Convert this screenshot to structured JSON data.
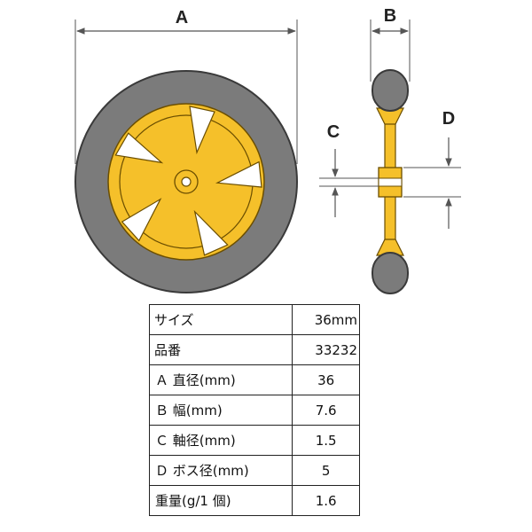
{
  "diagram": {
    "dimension_labels": {
      "A": "A",
      "B": "B",
      "C": "C",
      "D": "D"
    },
    "colors": {
      "tire": "#7b7b7b",
      "tire_outline": "#3a3a3a",
      "hub_yellow": "#f5c02a",
      "hub_outline": "#6b4e00",
      "dimension_line": "#555555"
    }
  },
  "spec_table": {
    "rows": [
      {
        "label": "サイズ",
        "value": "36mm"
      },
      {
        "label": "品番",
        "value": "33232"
      },
      {
        "label": "Ａ 直径(mm)",
        "value": "36"
      },
      {
        "label": "Ｂ 幅(mm)",
        "value": "7.6"
      },
      {
        "label": "Ｃ 軸径(mm)",
        "value": "1.5"
      },
      {
        "label": "Ｄ ボス径(mm)",
        "value": "5"
      },
      {
        "label": "重量(g/1 個)",
        "value": "1.6"
      }
    ]
  }
}
